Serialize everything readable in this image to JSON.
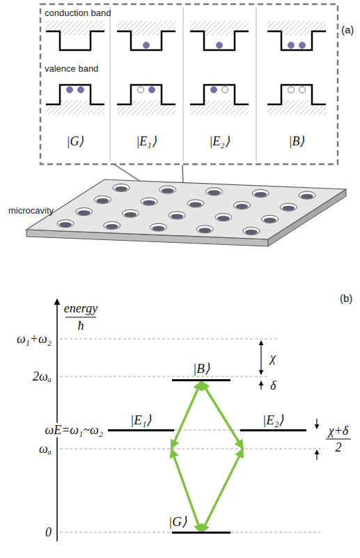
{
  "diagram": {
    "nodes": [
      {
        "text": [
          "|B⟩"
        ]
      },
      {
        "text": [
          "|E₁⟩"
        ]
      },
      {
        "text": [
          "|E₂⟩"
        ]
      },
      {
        "text": [
          "|G⟩"
        ]
      }
    ],
    "edges": [
      {
        "from": 3,
        "to": 1,
        "arrow": "both"
      },
      {
        "from": 3,
        "to": 2,
        "arrow": "both"
      },
      {
        "from": 1,
        "to": 0,
        "arrow": "both"
      },
      {
        "from": 2,
        "to": 0,
        "arrow": "both"
      }
    ],
    "labels": [
      "conduction band",
      "valence band",
      "|G⟩",
      "|E₁⟩",
      "|E₂⟩",
      "|B⟩",
      "(a)",
      "microcavity",
      "energy",
      "ħ",
      "(b)",
      "ω₁+ω₂",
      "2ωₐ",
      "ωE=ω₁~ω₂",
      "ωₐ",
      "0",
      "χ",
      "δ",
      "χ+δ",
      "2"
    ]
  }
}
